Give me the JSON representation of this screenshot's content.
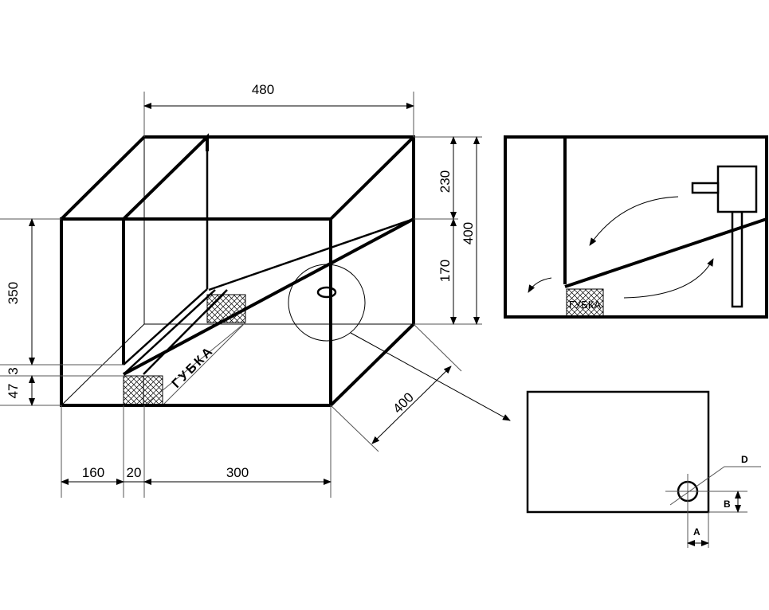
{
  "iso_view": {
    "dimensions": {
      "width_top": "480",
      "depth": "400",
      "height_upper": "230",
      "height_lower": "170",
      "height_total": "400",
      "left_height": "350",
      "gap": "3",
      "sponge_height": "47",
      "bottom_left": "160",
      "bottom_mid": "20",
      "bottom_right": "300"
    },
    "sponge_label": "ГУБКА"
  },
  "side_view": {
    "sponge_label": "ГУБКА"
  },
  "detail_view": {
    "label_d": "D",
    "label_b": "B",
    "label_a": "A"
  }
}
